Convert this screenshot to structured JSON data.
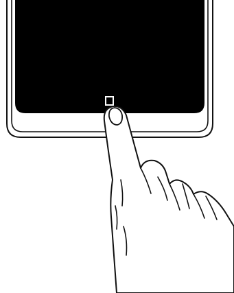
{
  "illustration": {
    "subject": "finger-tapping-home-key-on-phone",
    "colors": {
      "background": "#ffffff",
      "line": "#111111",
      "screen": "#000000",
      "bezel_fill": "#ffffff",
      "home_key": "#ffffff",
      "finger_fill": "#ffffff",
      "nail_fill": "#ffffff"
    },
    "icons": [
      "phone-device",
      "phone-screen",
      "home-key-icon",
      "finger-hand"
    ]
  }
}
